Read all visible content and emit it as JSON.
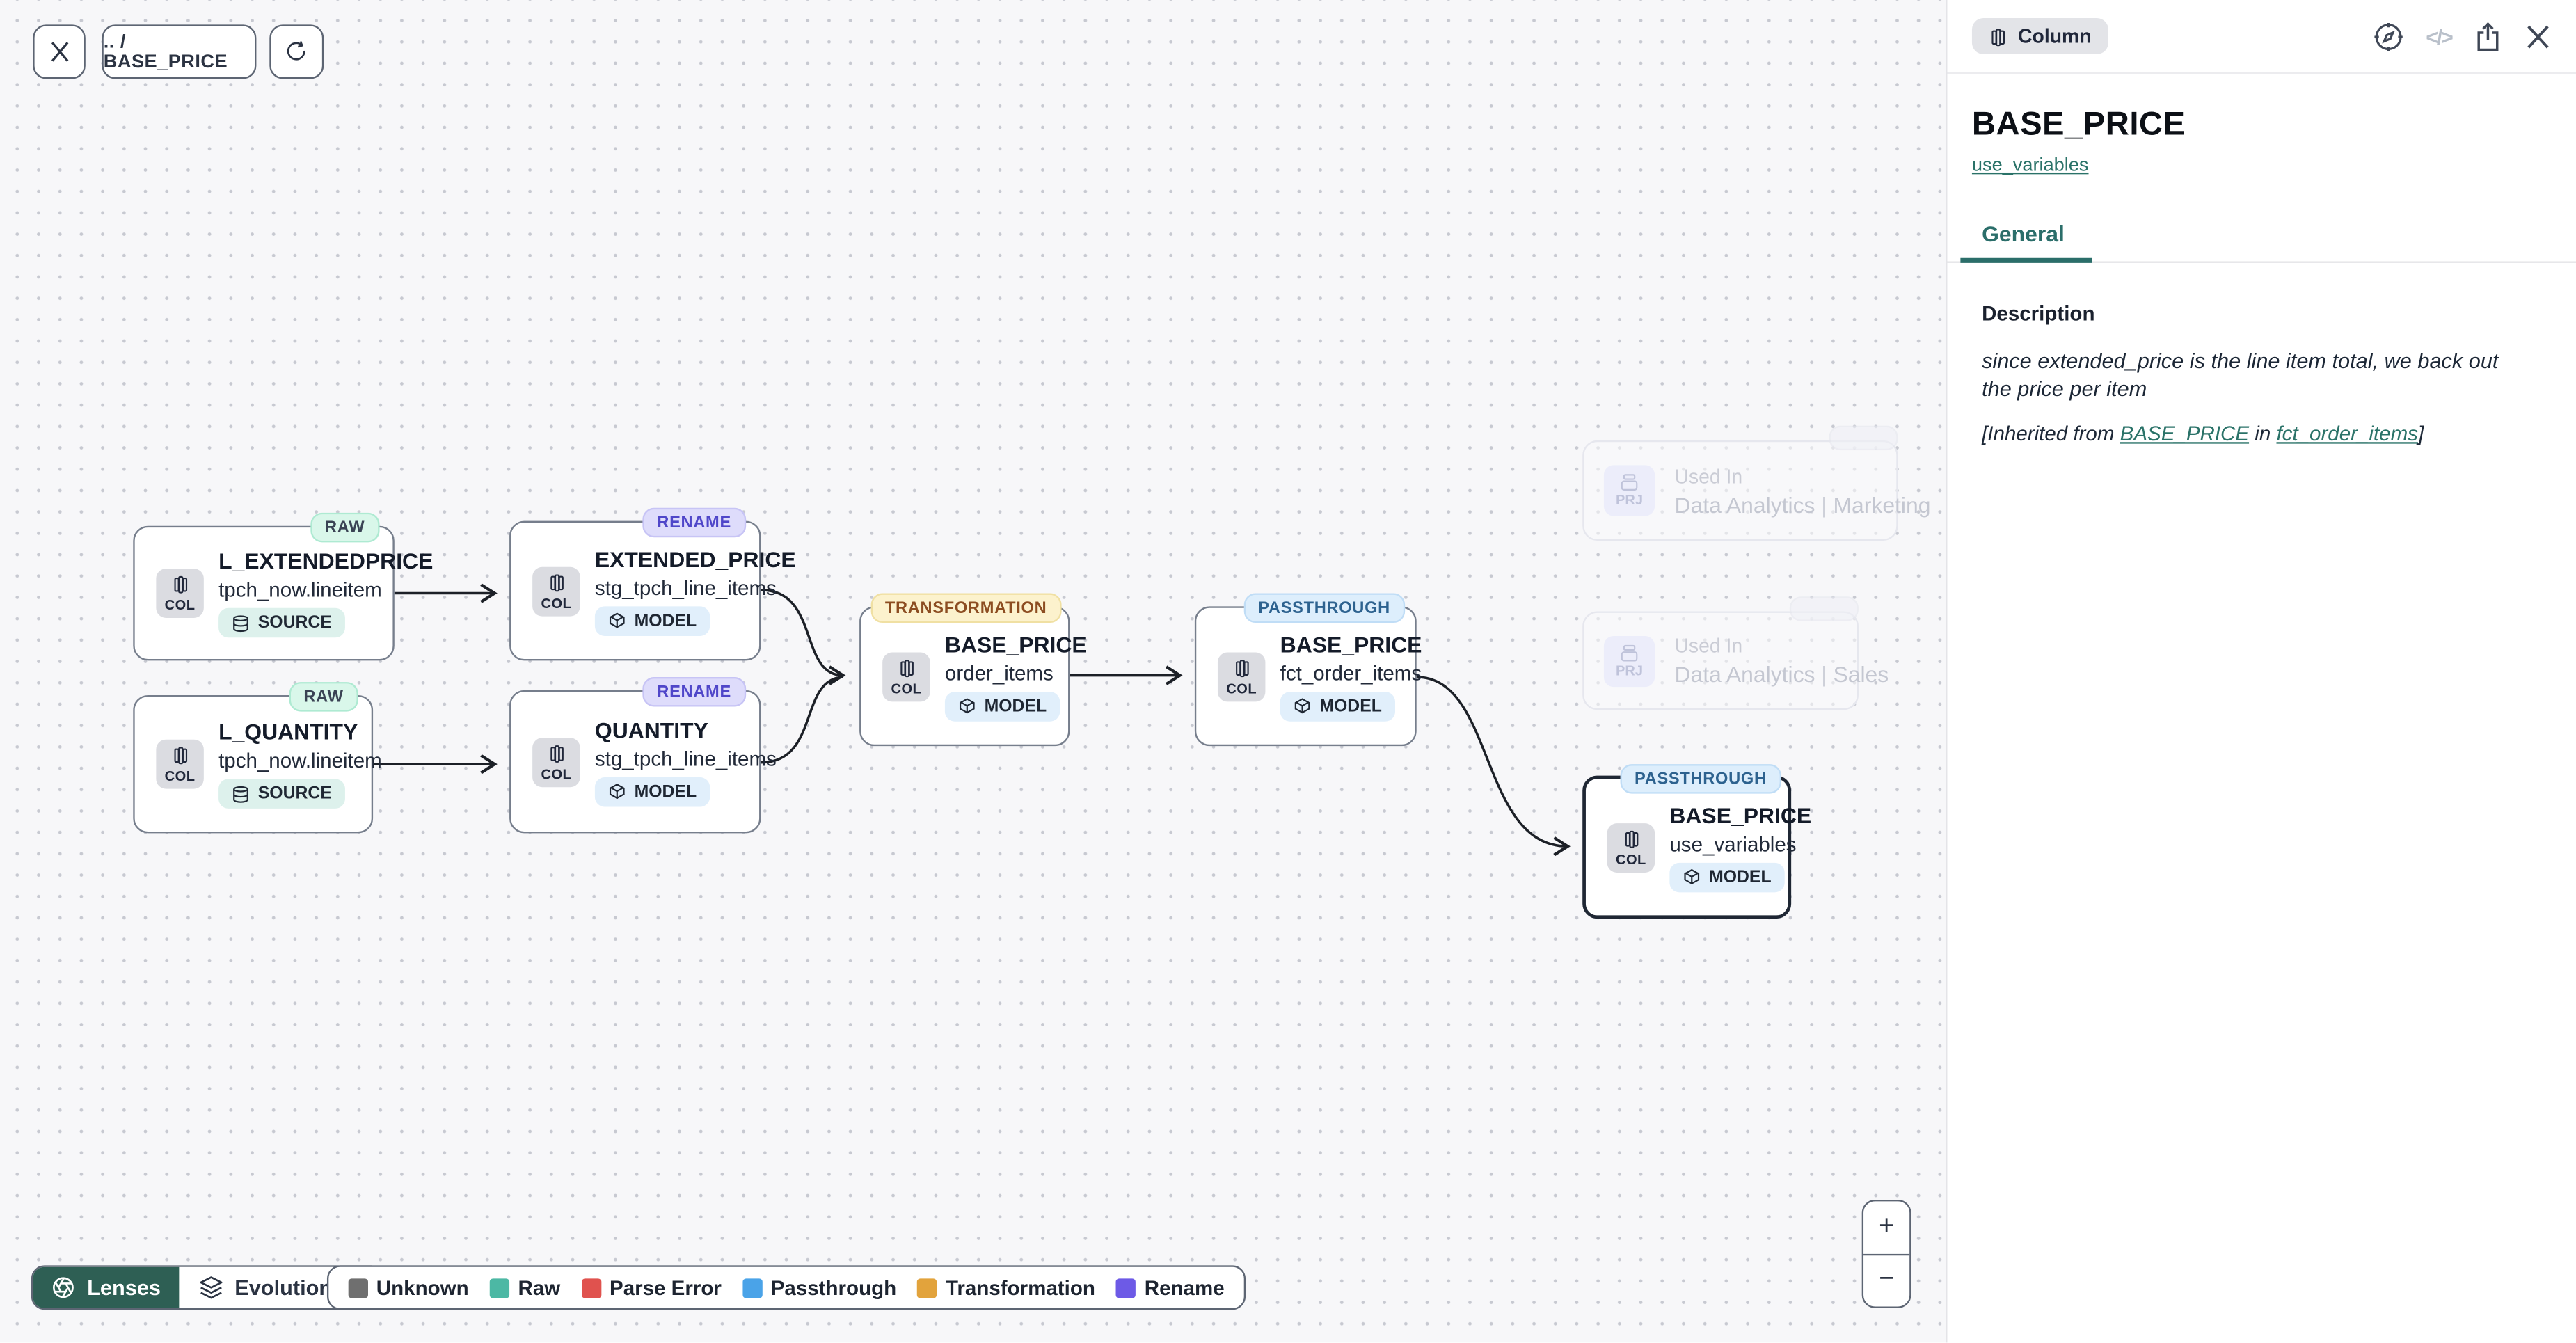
{
  "toolbar": {
    "breadcrumb": ".. / BASE_PRICE"
  },
  "graph": {
    "col_chip_label": "COL",
    "nodes": [
      {
        "title": "L_EXTENDEDPRICE",
        "subtitle": "tpch_now.lineitem",
        "badge": "RAW",
        "kind": "SOURCE"
      },
      {
        "title": "EXTENDED_PRICE",
        "subtitle": "stg_tpch_line_items",
        "badge": "RENAME",
        "kind": "MODEL"
      },
      {
        "title": "L_QUANTITY",
        "subtitle": "tpch_now.lineitem",
        "badge": "RAW",
        "kind": "SOURCE"
      },
      {
        "title": "QUANTITY",
        "subtitle": "stg_tpch_line_items",
        "badge": "RENAME",
        "kind": "MODEL"
      },
      {
        "title": "BASE_PRICE",
        "subtitle": "order_items",
        "badge": "TRANSFORMATION",
        "kind": "MODEL"
      },
      {
        "title": "BASE_PRICE",
        "subtitle": "fct_order_items",
        "badge": "PASSTHROUGH",
        "kind": "MODEL"
      },
      {
        "title": "BASE_PRICE",
        "subtitle": "use_variables",
        "badge": "PASSTHROUGH",
        "kind": "MODEL"
      }
    ],
    "used_in": [
      {
        "chip": "PRJ",
        "label": "Used In",
        "project": "Data Analytics | Marketing"
      },
      {
        "chip": "PRJ",
        "label": "Used In",
        "project": "Data Analytics | Sales"
      }
    ]
  },
  "lenses": {
    "button_label": "Lenses",
    "selected_lens": "Evolution"
  },
  "legend": {
    "items": [
      {
        "label": "Unknown",
        "color": "#6f6f6f"
      },
      {
        "label": "Raw",
        "color": "#4cb8a4"
      },
      {
        "label": "Parse Error",
        "color": "#e0524e"
      },
      {
        "label": "Passthrough",
        "color": "#4aa3e8"
      },
      {
        "label": "Transformation",
        "color": "#e2a33c"
      },
      {
        "label": "Rename",
        "color": "#6d5ae6"
      }
    ]
  },
  "zoom_controls": {
    "zoom_in": "+",
    "zoom_out": "−"
  },
  "panel": {
    "type_badge": "Column",
    "title": "BASE_PRICE",
    "model_link": "use_variables",
    "tab_general": "General",
    "description_label": "Description",
    "description_text": "since extended_price is the line item total, we back out the price per item",
    "inherited_prefix": "[Inherited from ",
    "inherited_link_column": "BASE_PRICE",
    "inherited_middle": " in ",
    "inherited_link_model": "fct_order_items",
    "inherited_suffix": "]"
  },
  "colors": {
    "accent_teal": "#2b6e6a",
    "lenses_button": "#2e5f54",
    "edge": "#1c2027",
    "selected_border": "#1f2734"
  }
}
